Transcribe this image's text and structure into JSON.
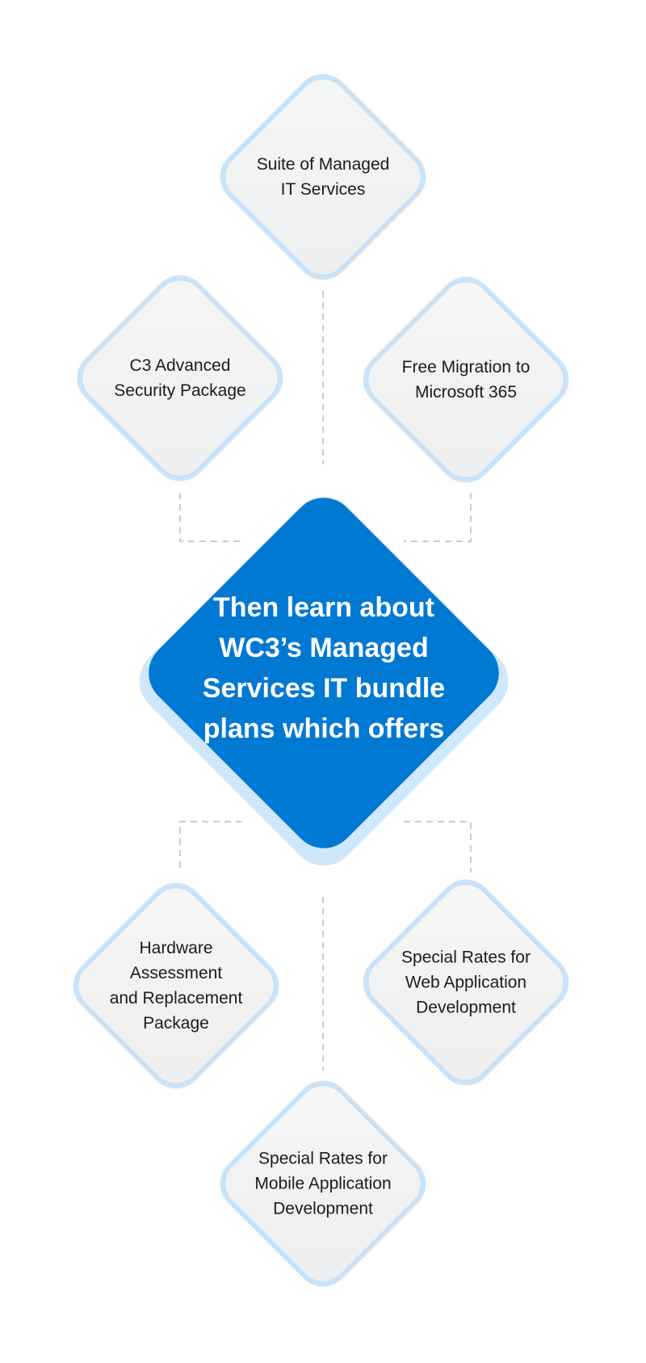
{
  "diagram": {
    "center": {
      "text": "Then learn about\nWC3’s Managed\nServices IT bundle\nplans which offers"
    },
    "offerings": [
      {
        "id": "suite",
        "text": "Suite of Managed\nIT Services"
      },
      {
        "id": "security",
        "text": "C3 Advanced\nSecurity Package"
      },
      {
        "id": "migration",
        "text": "Free Migration to\nMicrosoft 365"
      },
      {
        "id": "hardware",
        "text": "Hardware\nAssessment\nand Replacement\nPackage"
      },
      {
        "id": "web",
        "text": "Special Rates for\nWeb Application\nDevelopment"
      },
      {
        "id": "mobile",
        "text": "Special Rates for\nMobile Application\nDevelopment"
      }
    ]
  },
  "colors": {
    "center_fill": "#0079d3",
    "halo": "#cfe7fb",
    "node_fill": "#f1f2f3",
    "connector": "#cccccc"
  }
}
